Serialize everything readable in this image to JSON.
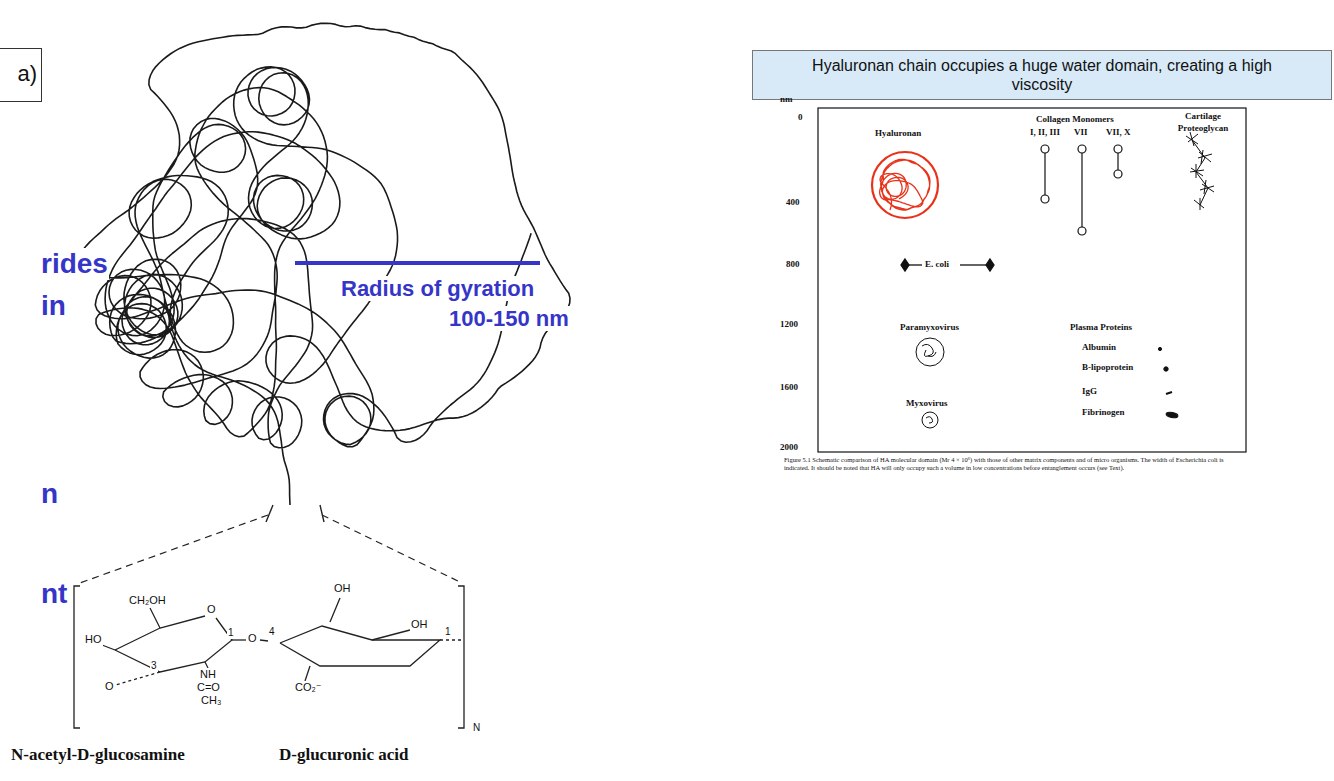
{
  "diagram": {
    "nodes": [
      {
        "text": [
          "a)"
        ]
      },
      {
        "text": [
          "Hyaluronan chain occupies a huge water domain, creating a high viscosity"
        ]
      }
    ],
    "labels": [
      "rides",
      "in",
      "n",
      "nt",
      "Radius of gyration",
      "100-150 nm",
      "CH₂OH",
      "O",
      "HO",
      "3",
      "1",
      "O",
      "4",
      "NH",
      "C=O",
      "CH₃",
      "O",
      "OH",
      "OH",
      "CO₂⁻",
      "1",
      "N",
      "N-acetyl-D-glucosamine",
      "D-glucuronic acid",
      "nm",
      "0",
      "400",
      "800",
      "1200",
      "1600",
      "2000",
      "Hyaluronan",
      "Collagen Monomers",
      "I, II, III",
      "VII",
      "VII, X",
      "Cartilage Proteoglycan",
      "E. coli",
      "Paramyxovirus",
      "Myxovirus",
      "Plasma Proteins",
      "Albumin",
      "B-lipoprotein",
      "IgG",
      "Fibrinogen",
      "Figure 5.1 Schematic comparison of HA molecular domain (Mr 4 × 10⁶) with those of other matrix components and of micro organisms. The width of Escherichia coli is indicated. It should be noted that HA will only occupy such a volume in low concentrations before entanglement occurs (see Text)."
    ]
  }
}
